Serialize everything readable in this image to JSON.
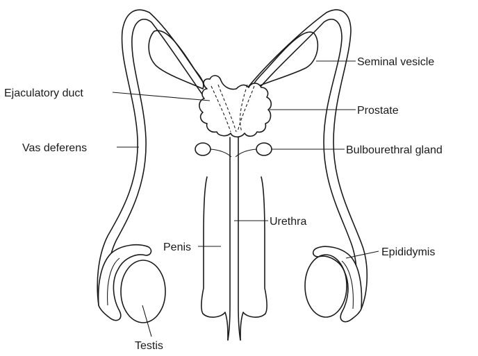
{
  "labels": {
    "seminal_vesicle": "Seminal vesicle",
    "ejaculatory_duct": "Ejaculatory duct",
    "prostate": "Prostate",
    "vas_deferens": "Vas deferens",
    "bulbourethral_gland": "Bulbourethral gland",
    "urethra": "Urethra",
    "penis": "Penis",
    "epididymis": "Epididymis",
    "testis": "Testis"
  }
}
